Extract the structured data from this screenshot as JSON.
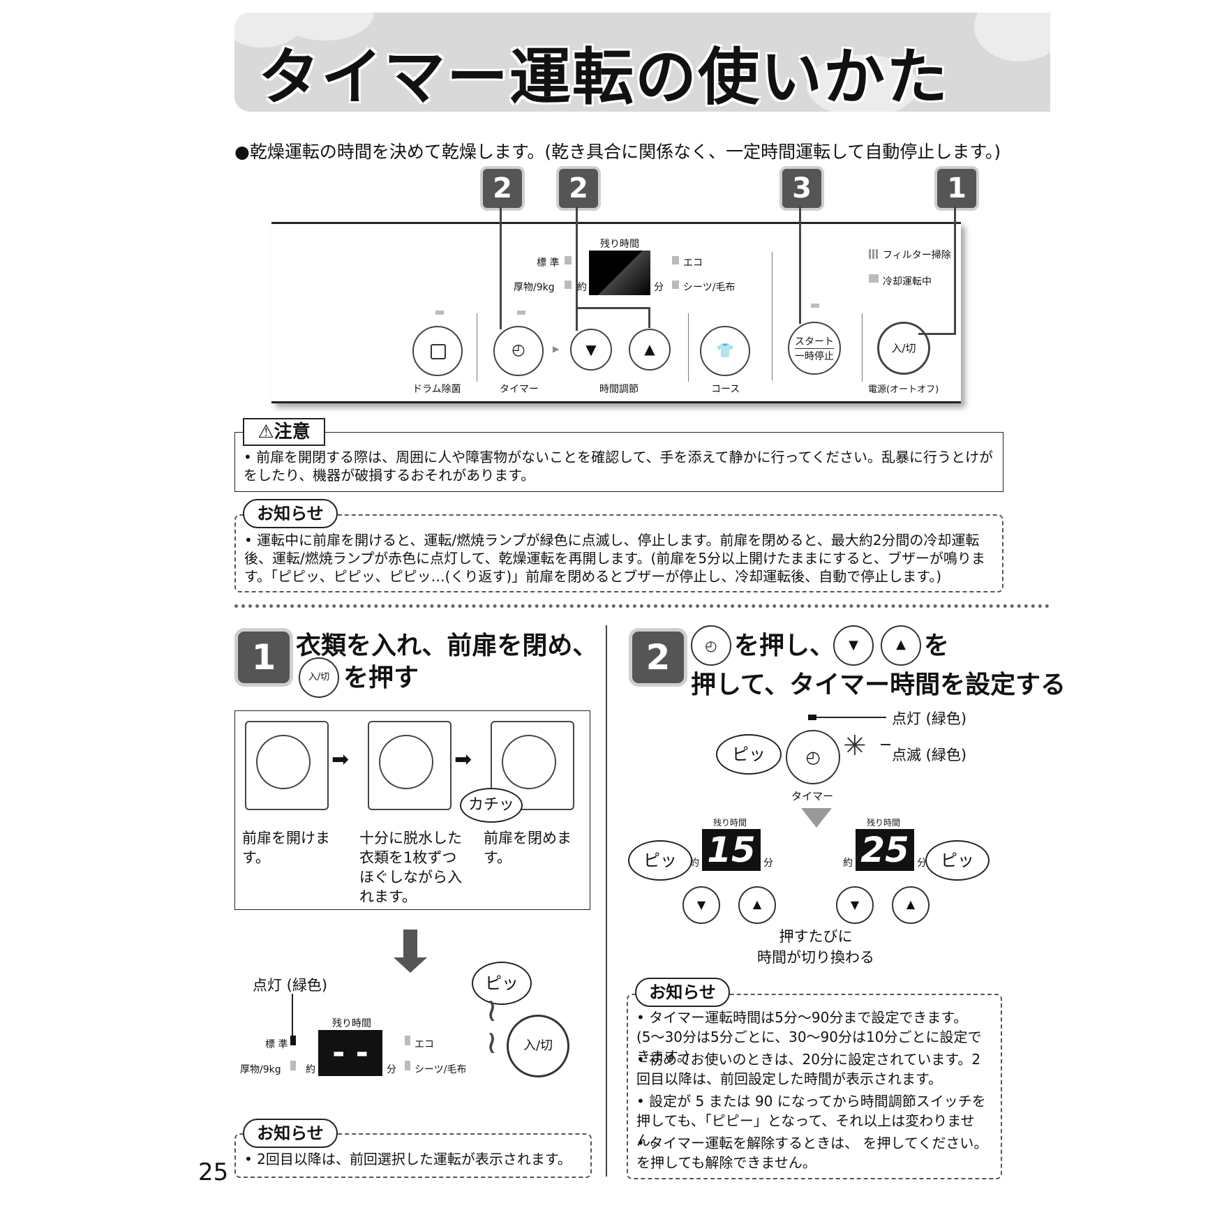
{
  "title": "タイマー運転の使いかた",
  "intro": "●乾燥運転の時間を決めて乾燥します。(乾き具合に関係なく、一定時間運転して自動停止します。)",
  "badges": [
    "2",
    "2",
    "3",
    "1"
  ],
  "panel": {
    "remaining_label": "残り時間",
    "mode_standard": "標 準",
    "mode_heavy": "厚物/9kg",
    "approx": "約",
    "minutes": "分",
    "mode_eco": "エコ",
    "mode_sheets": "シーツ/毛布",
    "filter": "フィルター掃除",
    "cooling": "冷却運転中",
    "btn_drum": "ドラム除菌",
    "btn_timer": "タイマー",
    "btn_time_adjust": "時間調節",
    "btn_course": "コース",
    "btn_start_top": "スタート",
    "btn_start_bottom": "一時停止",
    "btn_power_face": "入/切",
    "btn_power": "電源(オートオフ)"
  },
  "caution": {
    "tag": "⚠注意",
    "text": "前扉を開閉する際は、周囲に人や障害物がないことを確認して、手を添えて静かに行ってください。乱暴に行うとけがをしたり、機器が破損するおそれがあります。"
  },
  "notice1": {
    "tag": "お知らせ",
    "text": "運転中に前扉を開けると、運転/燃焼ランプが緑色に点滅し、停止します。前扉を閉めると、最大約2分間の冷却運転後、運転/燃焼ランプが赤色に点灯して、乾燥運転を再開します。(前扉を5分以上開けたままにすると、ブザーが鳴ります。「ピピッ、ピピッ、ピピッ…(くり返す)」前扉を閉めるとブザーが停止し、冷却運転後、自動で停止します。)"
  },
  "step1": {
    "num": "1",
    "title_line1": "衣類を入れ、前扉を閉め、",
    "button_face": "入/切",
    "title_line2": "を押す",
    "click_sound": "カチッ",
    "cap1": "前扉を開けます。",
    "cap2": "十分に脱水した衣類を1枚ずつほぐしながら入れます。",
    "cap3": "前扉を閉めます。",
    "lit_label": "点灯 (緑色)",
    "remaining_label": "残り時間",
    "mode_standard": "標 準",
    "mode_heavy": "厚物/9kg",
    "approx": "約",
    "minutes": "分",
    "mode_eco": "エコ",
    "mode_sheets": "シーツ/毛布",
    "display": "- -",
    "beep": "ピッ",
    "power_face": "入/切",
    "notice_tag": "お知らせ",
    "notice_text": "2回目以降は、前回選択した運転が表示されます。"
  },
  "step2": {
    "num": "2",
    "title_a": "を押し、",
    "title_b": "を",
    "title_line2": "押して、タイマー時間を設定する",
    "lit_label": "点灯 (緑色)",
    "blink_label": "点滅 (緑色)",
    "beep": "ピッ",
    "timer_label": "タイマー",
    "remaining_label": "残り時間",
    "approx": "約",
    "minutes": "分",
    "display_a": "15",
    "display_b": "25",
    "caption_line1": "押すたびに",
    "caption_line2": "時間が切り換わる",
    "notice_tag": "お知らせ",
    "notices": [
      "タイマー運転時間は5分〜90分まで設定できます。(5〜30分は5分ごとに、30〜90分は10分ごとに設定できます。)",
      "初めてお使いのときは、20分に設定されています。2回目以降は、前回設定した時間が表示されます。",
      "設定が 5 または 90 になってから時間調節スイッチを押しても、「ピピー」となって、それ以上は変わりません。",
      "タイマー運転を解除するときは、 を押してください。 を押しても解除できません。"
    ],
    "seg_min": "5",
    "seg_max": "90"
  },
  "page_number": "25"
}
